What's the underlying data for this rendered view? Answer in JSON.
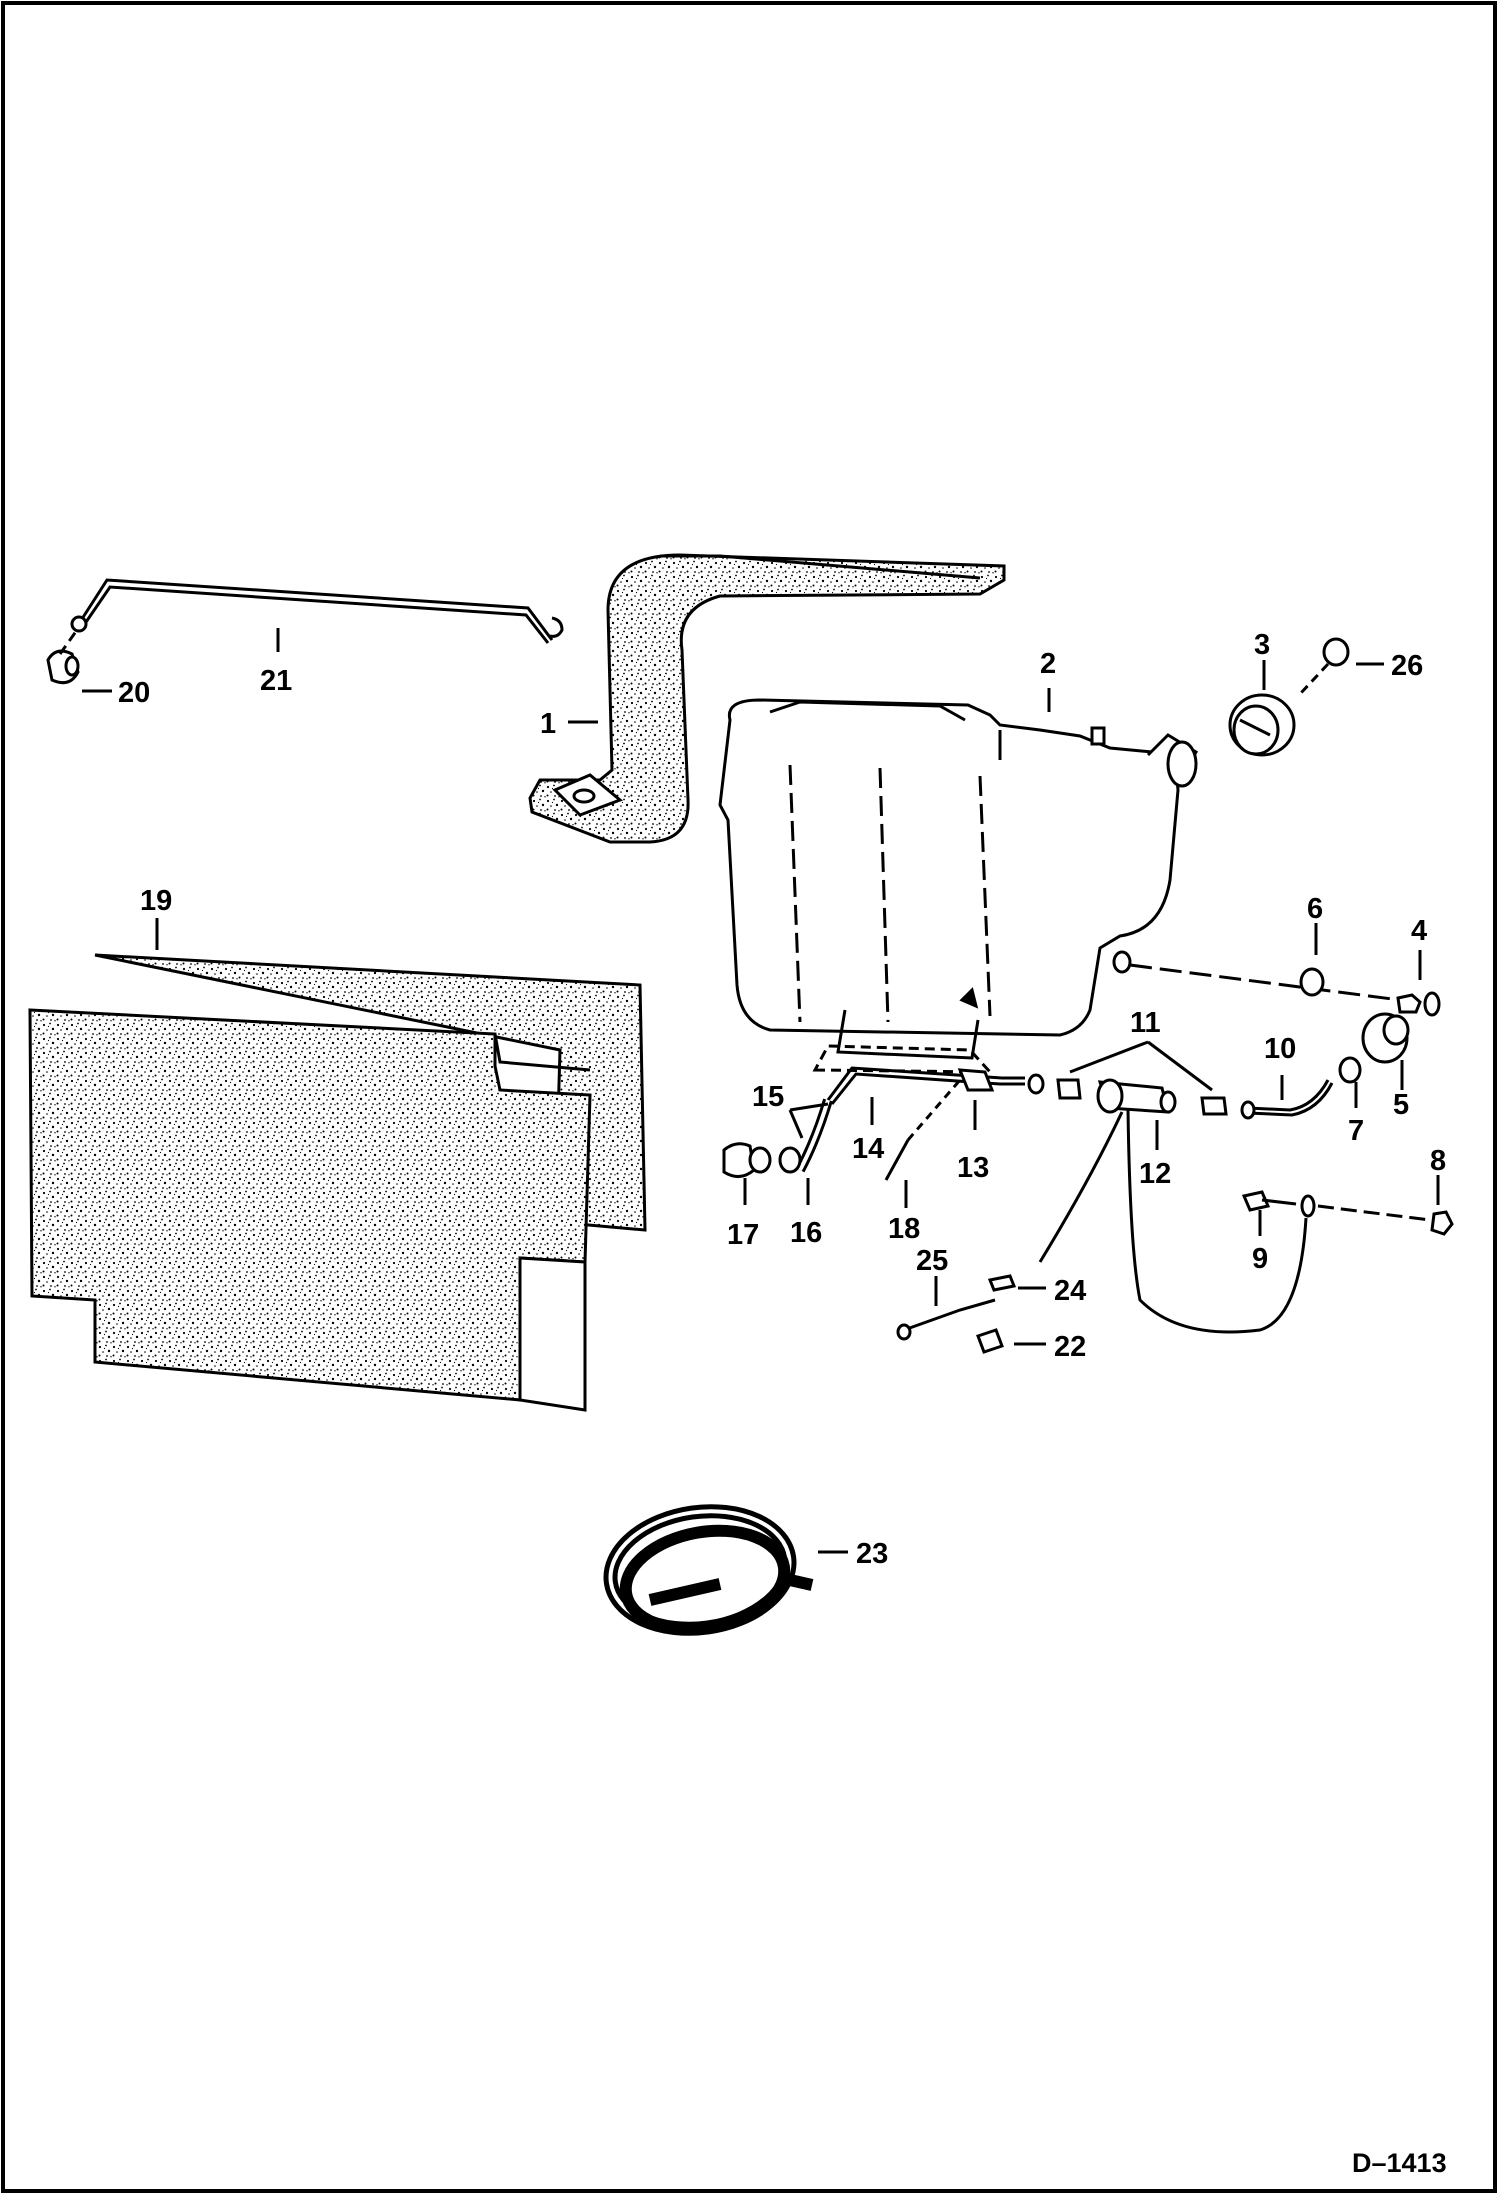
{
  "figure_ref": "D–1413",
  "parts": {
    "p1": "1",
    "p2": "2",
    "p3": "3",
    "p4": "4",
    "p5": "5",
    "p6": "6",
    "p7": "7",
    "p8": "8",
    "p9": "9",
    "p10": "10",
    "p11": "11",
    "p12": "12",
    "p13": "13",
    "p14": "14",
    "p15": "15",
    "p16": "16",
    "p17": "17",
    "p18": "18",
    "p19": "19",
    "p20": "20",
    "p21": "21",
    "p22": "22",
    "p23": "23",
    "p24": "24",
    "p25": "25",
    "p26": "26"
  },
  "colors": {
    "ink": "#000000",
    "paper": "#ffffff"
  }
}
